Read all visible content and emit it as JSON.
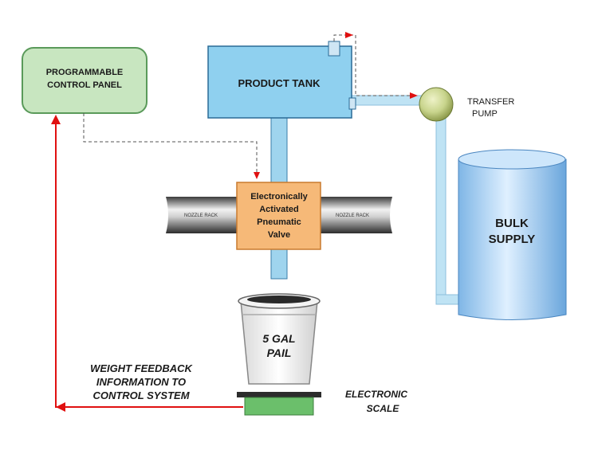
{
  "control_panel": {
    "line1": "PROGRAMMABLE",
    "line2": "CONTROL PANEL"
  },
  "product_tank": {
    "label": "PRODUCT TANK"
  },
  "transfer_pump": {
    "line1": "TRANSFER",
    "line2": "PUMP"
  },
  "bulk_supply": {
    "line1": "BULK",
    "line2": "SUPPLY"
  },
  "valve": {
    "line1": "Electronically",
    "line2": "Activated",
    "line3": "Pneumatic",
    "line4": "Valve"
  },
  "nozzle_rack": {
    "left": "NOZZLE RACK",
    "right": "NOZZLE RACK"
  },
  "pail": {
    "line1": "5 GAL",
    "line2": "PAIL"
  },
  "feedback": {
    "line1": "WEIGHT FEEDBACK",
    "line2": "INFORMATION TO",
    "line3": "CONTROL SYSTEM"
  },
  "scale": {
    "line1": "ELECTRONIC",
    "line2": "SCALE"
  },
  "colors": {
    "panel_fill": "#c8e6c0",
    "panel_stroke": "#5a9a5a",
    "tank_fill": "#8fd0ef",
    "pipe": "#9fd4ee",
    "valve_fill": "#f6b978",
    "pump_fill": "#c8d48c",
    "signal_red": "#e01010",
    "scale_green": "#6bbf6b"
  }
}
